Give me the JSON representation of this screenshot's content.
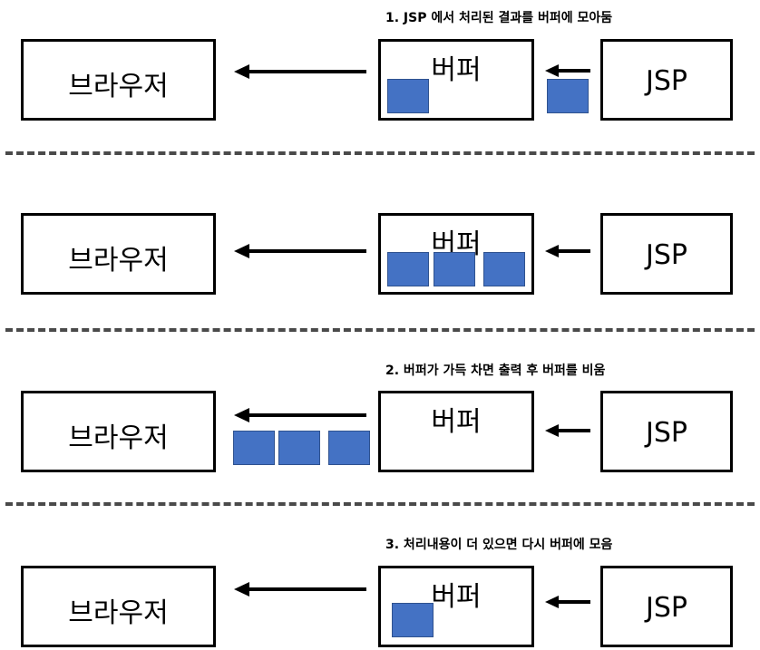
{
  "labels": {
    "browser": "브라우저",
    "buffer": "버퍼",
    "jsp": "JSP"
  },
  "steps": [
    {
      "caption": "1. JSP 에서 처리된 결과를 버퍼에 모아둠"
    },
    {
      "caption": ""
    },
    {
      "caption": "2. 버퍼가 가득 차면 출력 후 버퍼를 비움"
    },
    {
      "caption": "3. 처리내용이 더 있으면 다시 버퍼에 모음"
    }
  ],
  "colors": {
    "block_fill": "#4472C4",
    "block_border": "#2F528F",
    "divider": "#4a4a4a"
  }
}
